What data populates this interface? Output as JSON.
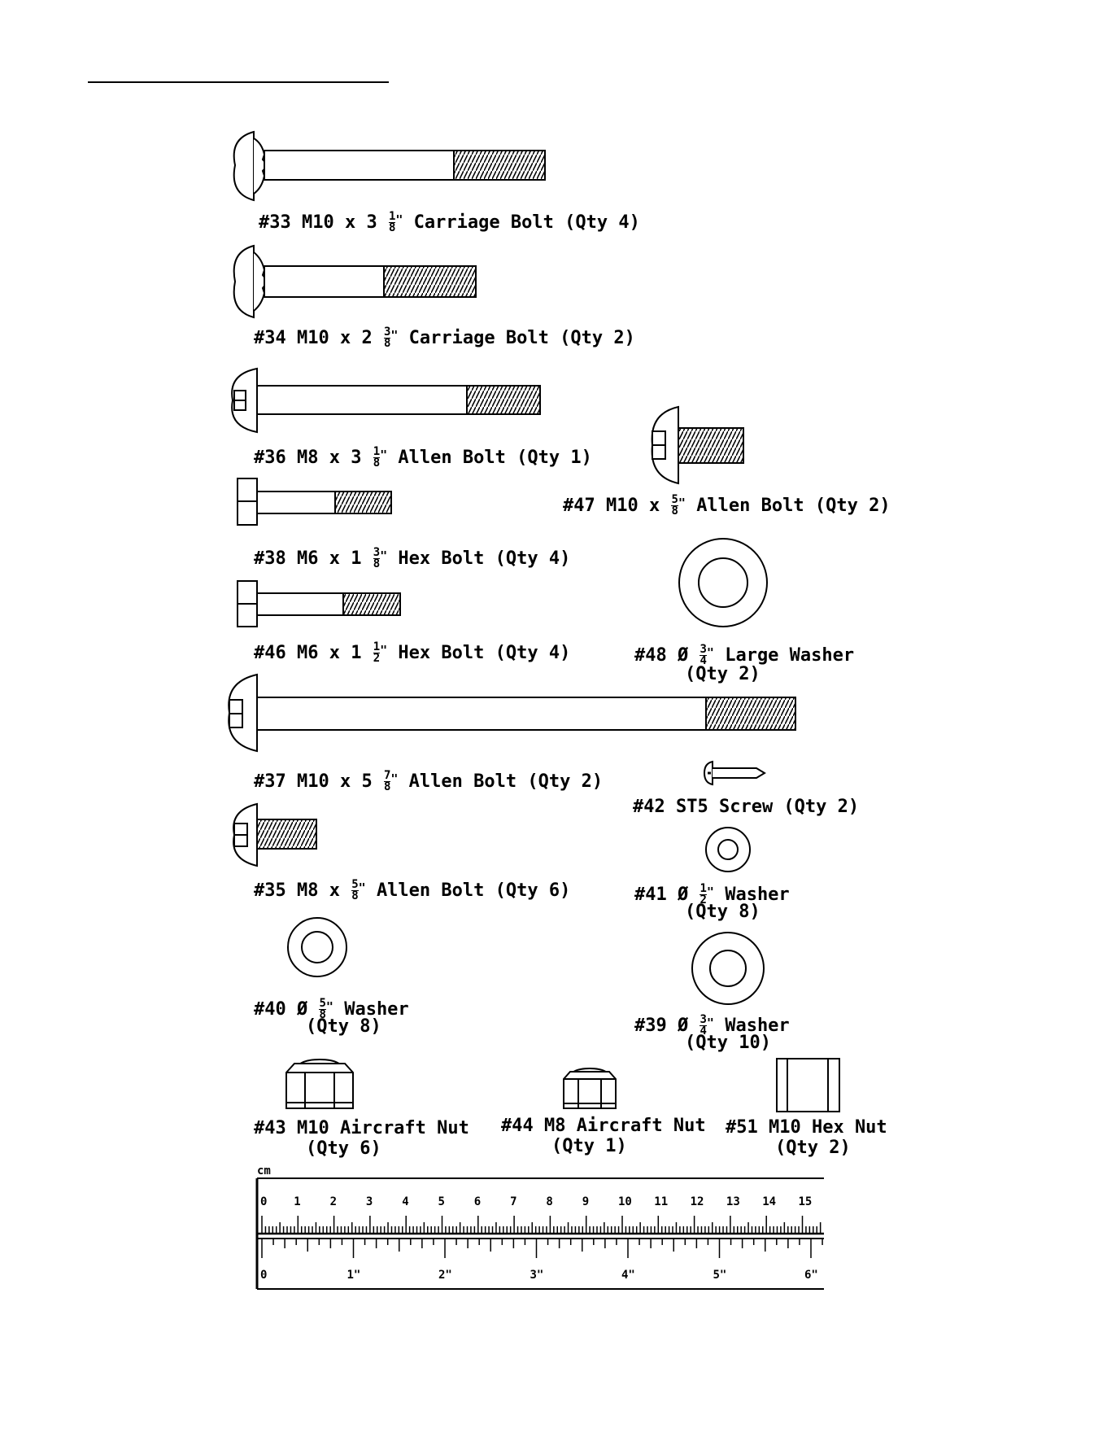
{
  "parts": [
    {
      "id": "p33",
      "prefix": "#33 M10 x 3",
      "num": "1",
      "den": "8",
      "suffix": "Carriage Bolt (Qty 4)"
    },
    {
      "id": "p34",
      "prefix": "#34 M10 x 2",
      "num": "3",
      "den": "8",
      "suffix": "Carriage Bolt (Qty 2)"
    },
    {
      "id": "p36",
      "prefix": "#36 M8 x 3",
      "num": "1",
      "den": "8",
      "suffix": "Allen Bolt (Qty 1)"
    },
    {
      "id": "p47",
      "prefix": "#47 M10 x",
      "num": "5",
      "den": "8",
      "suffix": "Allen Bolt (Qty 2)"
    },
    {
      "id": "p38",
      "prefix": "#38 M6 x 1",
      "num": "3",
      "den": "8",
      "suffix": "Hex Bolt (Qty 4)"
    },
    {
      "id": "p46",
      "prefix": "#46 M6 x 1",
      "num": "1",
      "den": "2",
      "suffix": "Hex Bolt (Qty 4)"
    },
    {
      "id": "p48",
      "prefix": "#48 Ø",
      "num": "3",
      "den": "4",
      "suffix": "Large Washer",
      "qty": "(Qty 2)"
    },
    {
      "id": "p37",
      "prefix": "#37 M10 x 5",
      "num": "7",
      "den": "8",
      "suffix": "Allen Bolt (Qty 2)"
    },
    {
      "id": "p42",
      "text": "#42 ST5 Screw (Qty 2)"
    },
    {
      "id": "p35",
      "prefix": "#35 M8 x",
      "num": "5",
      "den": "8",
      "suffix": "Allen Bolt (Qty 6)"
    },
    {
      "id": "p41",
      "prefix": "#41 Ø",
      "num": "1",
      "den": "2",
      "suffix": "Washer",
      "qty": "(Qty 8)"
    },
    {
      "id": "p40",
      "prefix": "#40 Ø",
      "num": "5",
      "den": "8",
      "suffix": "Washer",
      "qty": "(Qty 8)"
    },
    {
      "id": "p39",
      "prefix": "#39 Ø",
      "num": "3",
      "den": "4",
      "suffix": "Washer",
      "qty": "(Qty 10)"
    },
    {
      "id": "p43",
      "text": "#43 M10 Aircraft Nut",
      "qty": "(Qty 6)"
    },
    {
      "id": "p44",
      "text": "#44 M8 Aircraft Nut",
      "qty": "(Qty 1)"
    },
    {
      "id": "p51",
      "text": "#51 M10 Hex Nut",
      "qty": "(Qty 2)"
    }
  ],
  "inch_mark": "\"",
  "ruler": {
    "unit_label": "cm",
    "cm_labels": [
      "0",
      "1",
      "2",
      "3",
      "4",
      "5",
      "6",
      "7",
      "8",
      "9",
      "10",
      "11",
      "12",
      "13",
      "14",
      "15"
    ],
    "inch_labels": [
      "0",
      "1\"",
      "2\"",
      "3\"",
      "4\"",
      "5\"",
      "6\""
    ]
  }
}
